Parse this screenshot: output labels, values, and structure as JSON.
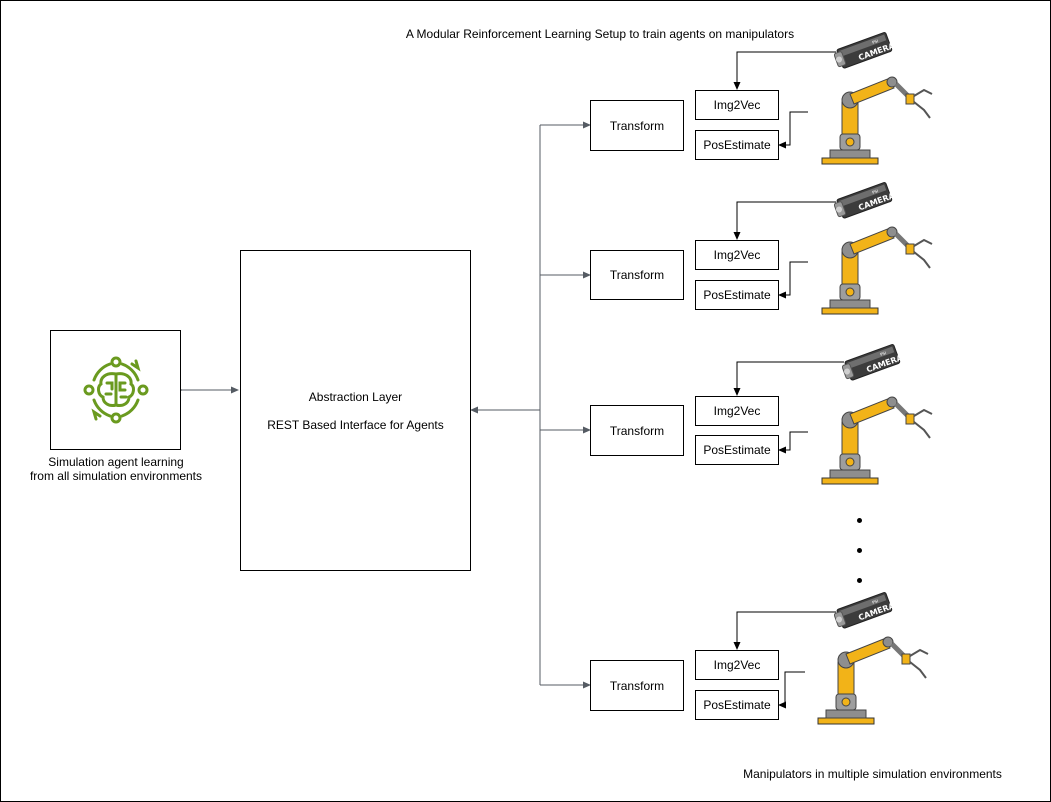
{
  "title": "A Modular Reinforcement Learning Setup to train agents on manipulators",
  "agent": {
    "icon": "brain-cycle-icon",
    "caption_line1": "Simulation agent learning",
    "caption_line2": "from all simulation environments",
    "icon_color": "#6a9a1f"
  },
  "abstraction_layer": {
    "title": "Abstraction Layer",
    "subtitle": "REST Based Interface for Agents"
  },
  "pipelines": [
    {
      "transform": "Transform",
      "img2vec": "Img2Vec",
      "pos_estimate": "PosEstimate",
      "camera_label": "CAMERA",
      "camera_brand": "PSI"
    },
    {
      "transform": "Transform",
      "img2vec": "Img2Vec",
      "pos_estimate": "PosEstimate",
      "camera_label": "CAMERA",
      "camera_brand": "PSI"
    },
    {
      "transform": "Transform",
      "img2vec": "Img2Vec",
      "pos_estimate": "PosEstimate",
      "camera_label": "CAMERA",
      "camera_brand": "PSI"
    },
    {
      "transform": "Transform",
      "img2vec": "Img2Vec",
      "pos_estimate": "PosEstimate",
      "camera_label": "CAMERA",
      "camera_brand": "PSI"
    }
  ],
  "footer": "Manipulators in multiple simulation environments",
  "colors": {
    "connector": "#555b63",
    "robot_yellow": "#f2b318",
    "robot_gray": "#8e8e8e",
    "camera_dark": "#3c3c3c"
  }
}
